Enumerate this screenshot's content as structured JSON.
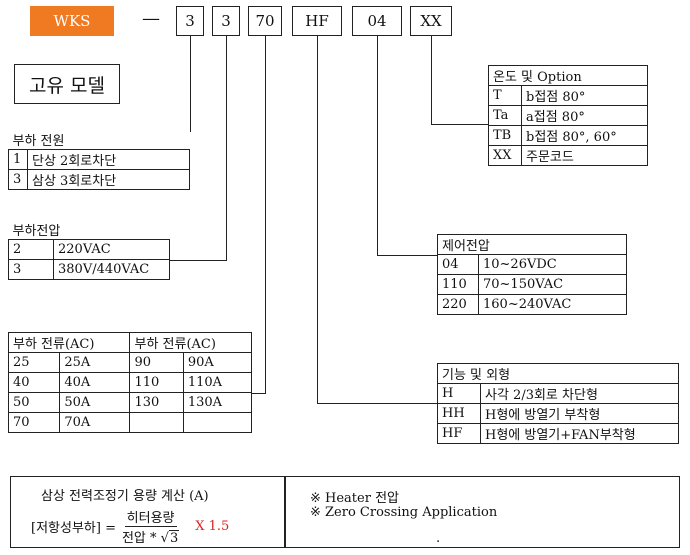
{
  "code": {
    "brand": "WKS",
    "dash": "—",
    "seg1": "3",
    "seg2": "3",
    "seg3": "70",
    "seg4": "HF",
    "seg5": "04",
    "seg6": "XX",
    "model_label": "고유 모델"
  },
  "load_power": {
    "title": "부하 전원",
    "rows": [
      [
        "1",
        "단상 2회로차단"
      ],
      [
        "3",
        "삼상 3회로차단"
      ]
    ]
  },
  "load_voltage": {
    "title": "부하전압",
    "rows": [
      [
        "2",
        "220VAC"
      ],
      [
        "3",
        "380V/440VAC"
      ]
    ]
  },
  "load_current": {
    "title_left": "부하 전류(AC)",
    "title_right": "부하 전류(AC)",
    "rows": [
      [
        "25",
        "25A",
        "90",
        "90A"
      ],
      [
        "40",
        "40A",
        "110",
        "110A"
      ],
      [
        "50",
        "50A",
        "130",
        "130A"
      ],
      [
        "70",
        "70A",
        "",
        ""
      ]
    ]
  },
  "temp_option": {
    "title": "온도 및 Option",
    "rows": [
      [
        "T",
        "b접점 80°"
      ],
      [
        "Ta",
        "a접점 80°"
      ],
      [
        "TB",
        "b접점 80°, 60°"
      ],
      [
        "XX",
        "주문코드"
      ]
    ]
  },
  "control_voltage": {
    "title": "제어전압",
    "rows": [
      [
        "04",
        "10~26VDC"
      ],
      [
        "110",
        "70~150VAC"
      ],
      [
        "220",
        "160~240VAC"
      ]
    ]
  },
  "function_shape": {
    "title": "기능 및 외형",
    "rows": [
      [
        "H",
        "사각 2/3회로 차단형"
      ],
      [
        "HH",
        "H형에 방열기 부착형"
      ],
      [
        "HF",
        "H형에 방열기+FAN부착형"
      ]
    ]
  },
  "calc": {
    "title": "삼상 전력조정기 용량 계산 (A)",
    "lhs": "[저항성부하] =",
    "numerator": "히터용량",
    "denominator": "전압 *",
    "sqrt": "3",
    "multiplier": "X 1.5"
  },
  "notes": {
    "line1": "※ Heater  전압",
    "line2": "※ Zero Crossing Application",
    "dot": "."
  }
}
